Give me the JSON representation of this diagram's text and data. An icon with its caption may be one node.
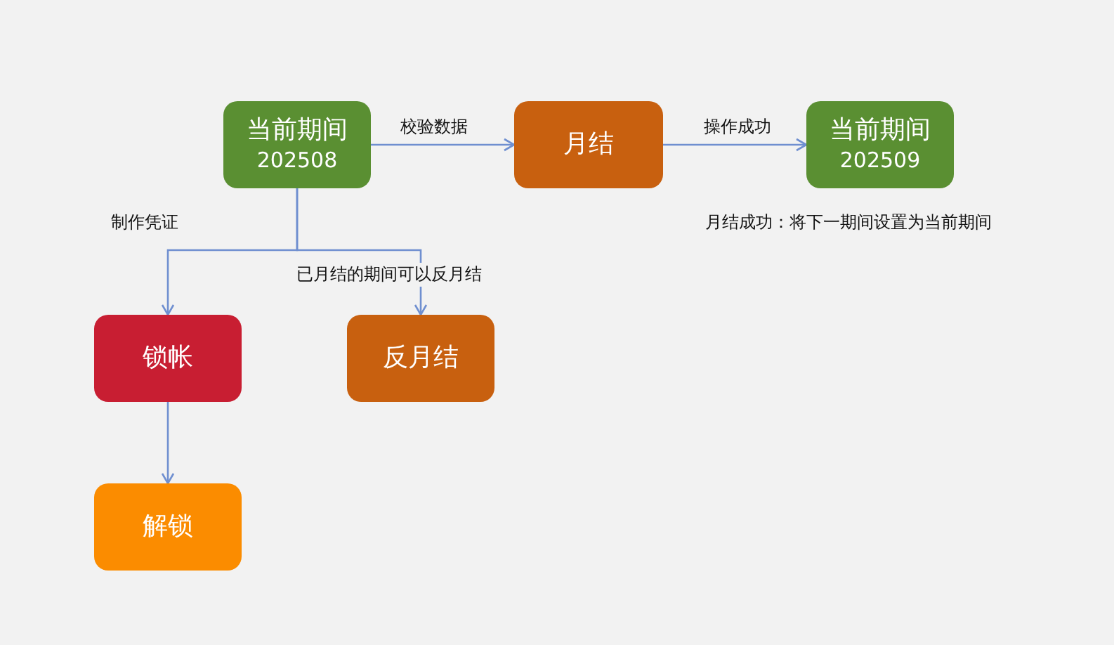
{
  "diagram": {
    "nodes": [
      {
        "text": [
          "当前期间",
          "202508"
        ]
      },
      {
        "text": [
          "月结"
        ]
      },
      {
        "text": [
          "当前期间",
          "202509"
        ]
      },
      {
        "text": [
          "锁帐"
        ]
      },
      {
        "text": [
          "反月结"
        ]
      },
      {
        "text": [
          "解锁"
        ]
      }
    ],
    "edges": [
      {
        "from": 0,
        "to": 1,
        "arrow": "to",
        "label": "校验数据"
      },
      {
        "from": 1,
        "to": 2,
        "arrow": "to",
        "label": "操作成功"
      },
      {
        "from": 0,
        "to": 3,
        "arrow": "to",
        "label": "制作凭证"
      },
      {
        "from": 0,
        "to": 4,
        "arrow": "to",
        "label": "已月结的期间可以反月结"
      },
      {
        "from": 3,
        "to": 5,
        "arrow": "to"
      }
    ],
    "labels": [
      "月结成功：将下一期间设置为当前期间"
    ]
  }
}
